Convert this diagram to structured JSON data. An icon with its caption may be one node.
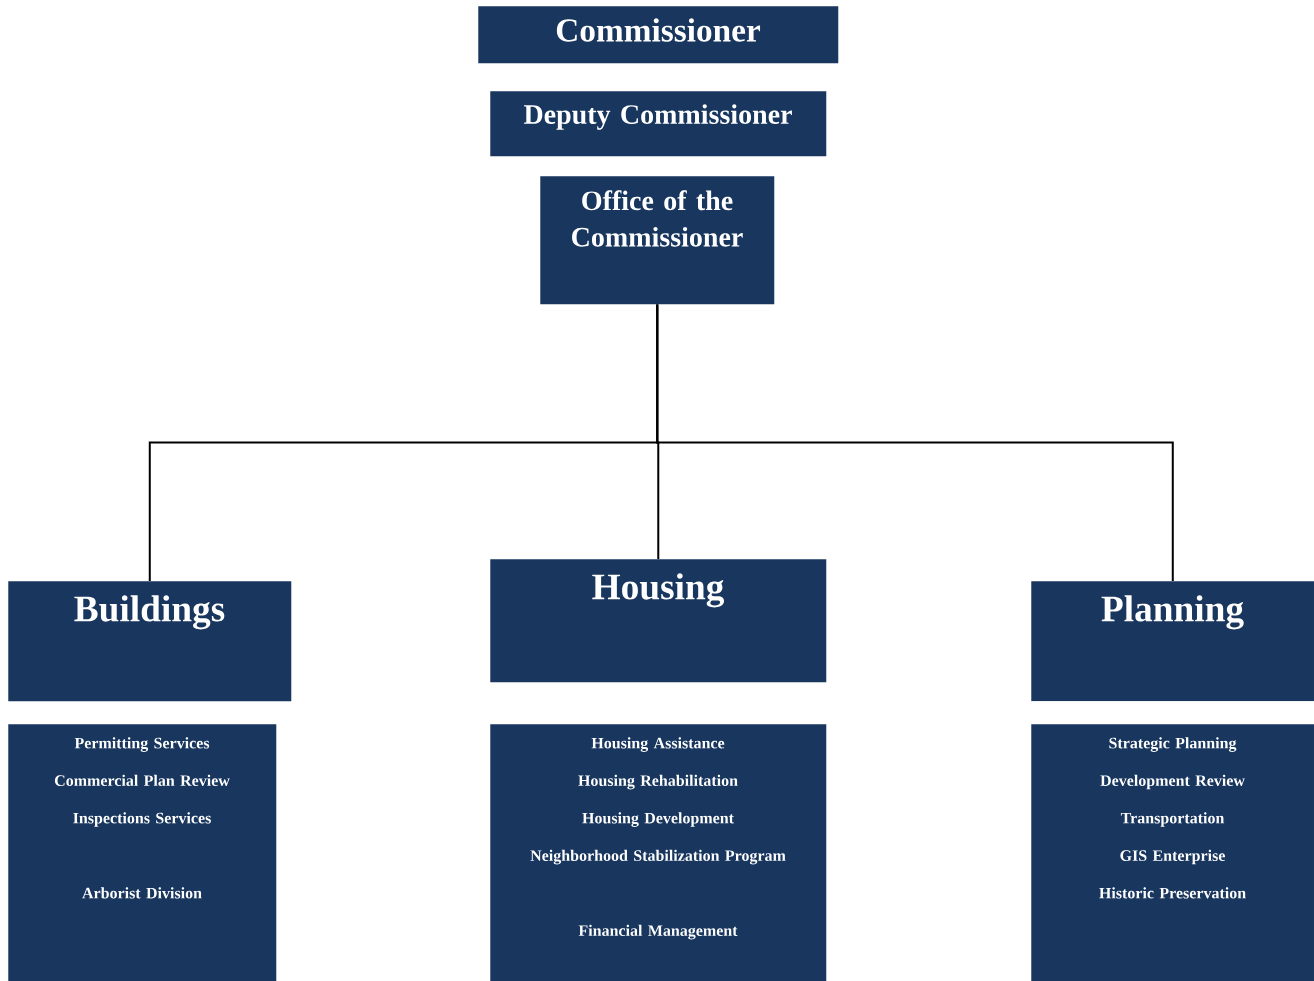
{
  "diagram": {
    "nodes": [
      {
        "text": [
          "Commissioner"
        ]
      },
      {
        "text": [
          "Deputy Commissioner"
        ]
      },
      {
        "text": [
          "Office of the Commissioner"
        ]
      },
      {
        "text": [
          "Buildings"
        ]
      },
      {
        "text": [
          "Housing"
        ]
      },
      {
        "text": [
          "Planning"
        ]
      },
      {
        "text": [
          "Permitting Services",
          "Commercial Plan Review Inspections Services",
          "Arborist Division"
        ]
      },
      {
        "text": [
          "Housing Assistance",
          "Housing Rehabilitation",
          "Housing Development",
          "Neighborhood Stabilization Program",
          "Financial Management"
        ]
      },
      {
        "text": [
          "Strategic Planning",
          "Development Review",
          "Transportation",
          "GIS Enterprise",
          "Historic Preservation"
        ]
      }
    ],
    "edges": [
      {
        "from": 2,
        "to": 3,
        "arrow": "none"
      },
      {
        "from": 2,
        "to": 4,
        "arrow": "none"
      },
      {
        "from": 2,
        "to": 5,
        "arrow": "none"
      }
    ]
  }
}
